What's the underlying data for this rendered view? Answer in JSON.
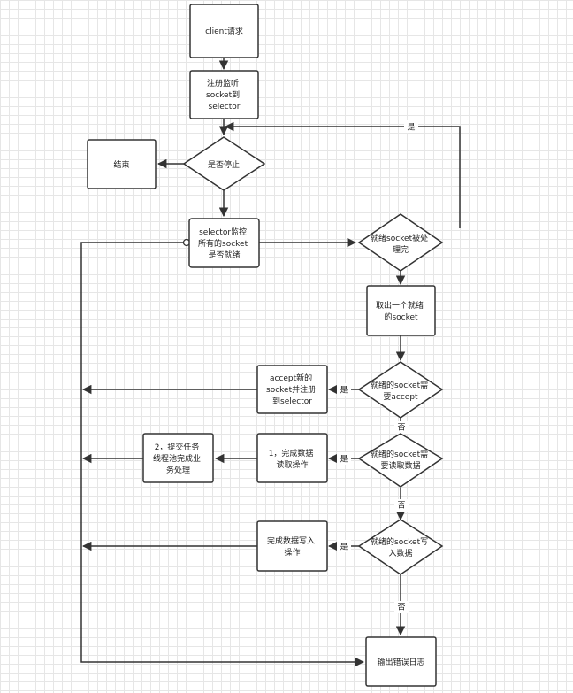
{
  "nodes": {
    "client_request": {
      "lines": [
        "client请求"
      ]
    },
    "register": {
      "lines": [
        "注册监听",
        "socket到",
        "selector"
      ]
    },
    "stop_check": {
      "lines": [
        "是否停止"
      ]
    },
    "end": {
      "lines": [
        "结束"
      ]
    },
    "selector_monitor": {
      "lines": [
        "selector监控",
        "所有的socket",
        "是否就绪"
      ]
    },
    "ready_done": {
      "lines": [
        "就绪socket被处",
        "理完"
      ]
    },
    "take_ready": {
      "lines": [
        "取出一个就绪",
        "的socket"
      ]
    },
    "need_accept": {
      "lines": [
        "就绪的socket需",
        "要accept"
      ]
    },
    "accept_register": {
      "lines": [
        "accept新的",
        "socket并注册",
        "到selector"
      ]
    },
    "need_read": {
      "lines": [
        "就绪的socket需",
        "要读取数据"
      ]
    },
    "complete_read": {
      "lines": [
        "1，完成数据",
        "读取操作"
      ]
    },
    "submit_task": {
      "lines": [
        "2，提交任务",
        "线程池完成业",
        "务处理"
      ]
    },
    "need_write": {
      "lines": [
        "就绪的socket写",
        "入数据"
      ]
    },
    "complete_write": {
      "lines": [
        "完成数据写入",
        "操作"
      ]
    },
    "output_error_log": {
      "lines": [
        "输出错误日志"
      ]
    }
  },
  "edge_labels": {
    "yes_loop": "是",
    "accept_yes": "是",
    "accept_no": "否",
    "read_yes": "是",
    "read_no": "否",
    "write_yes": "是",
    "write_no": "否"
  }
}
